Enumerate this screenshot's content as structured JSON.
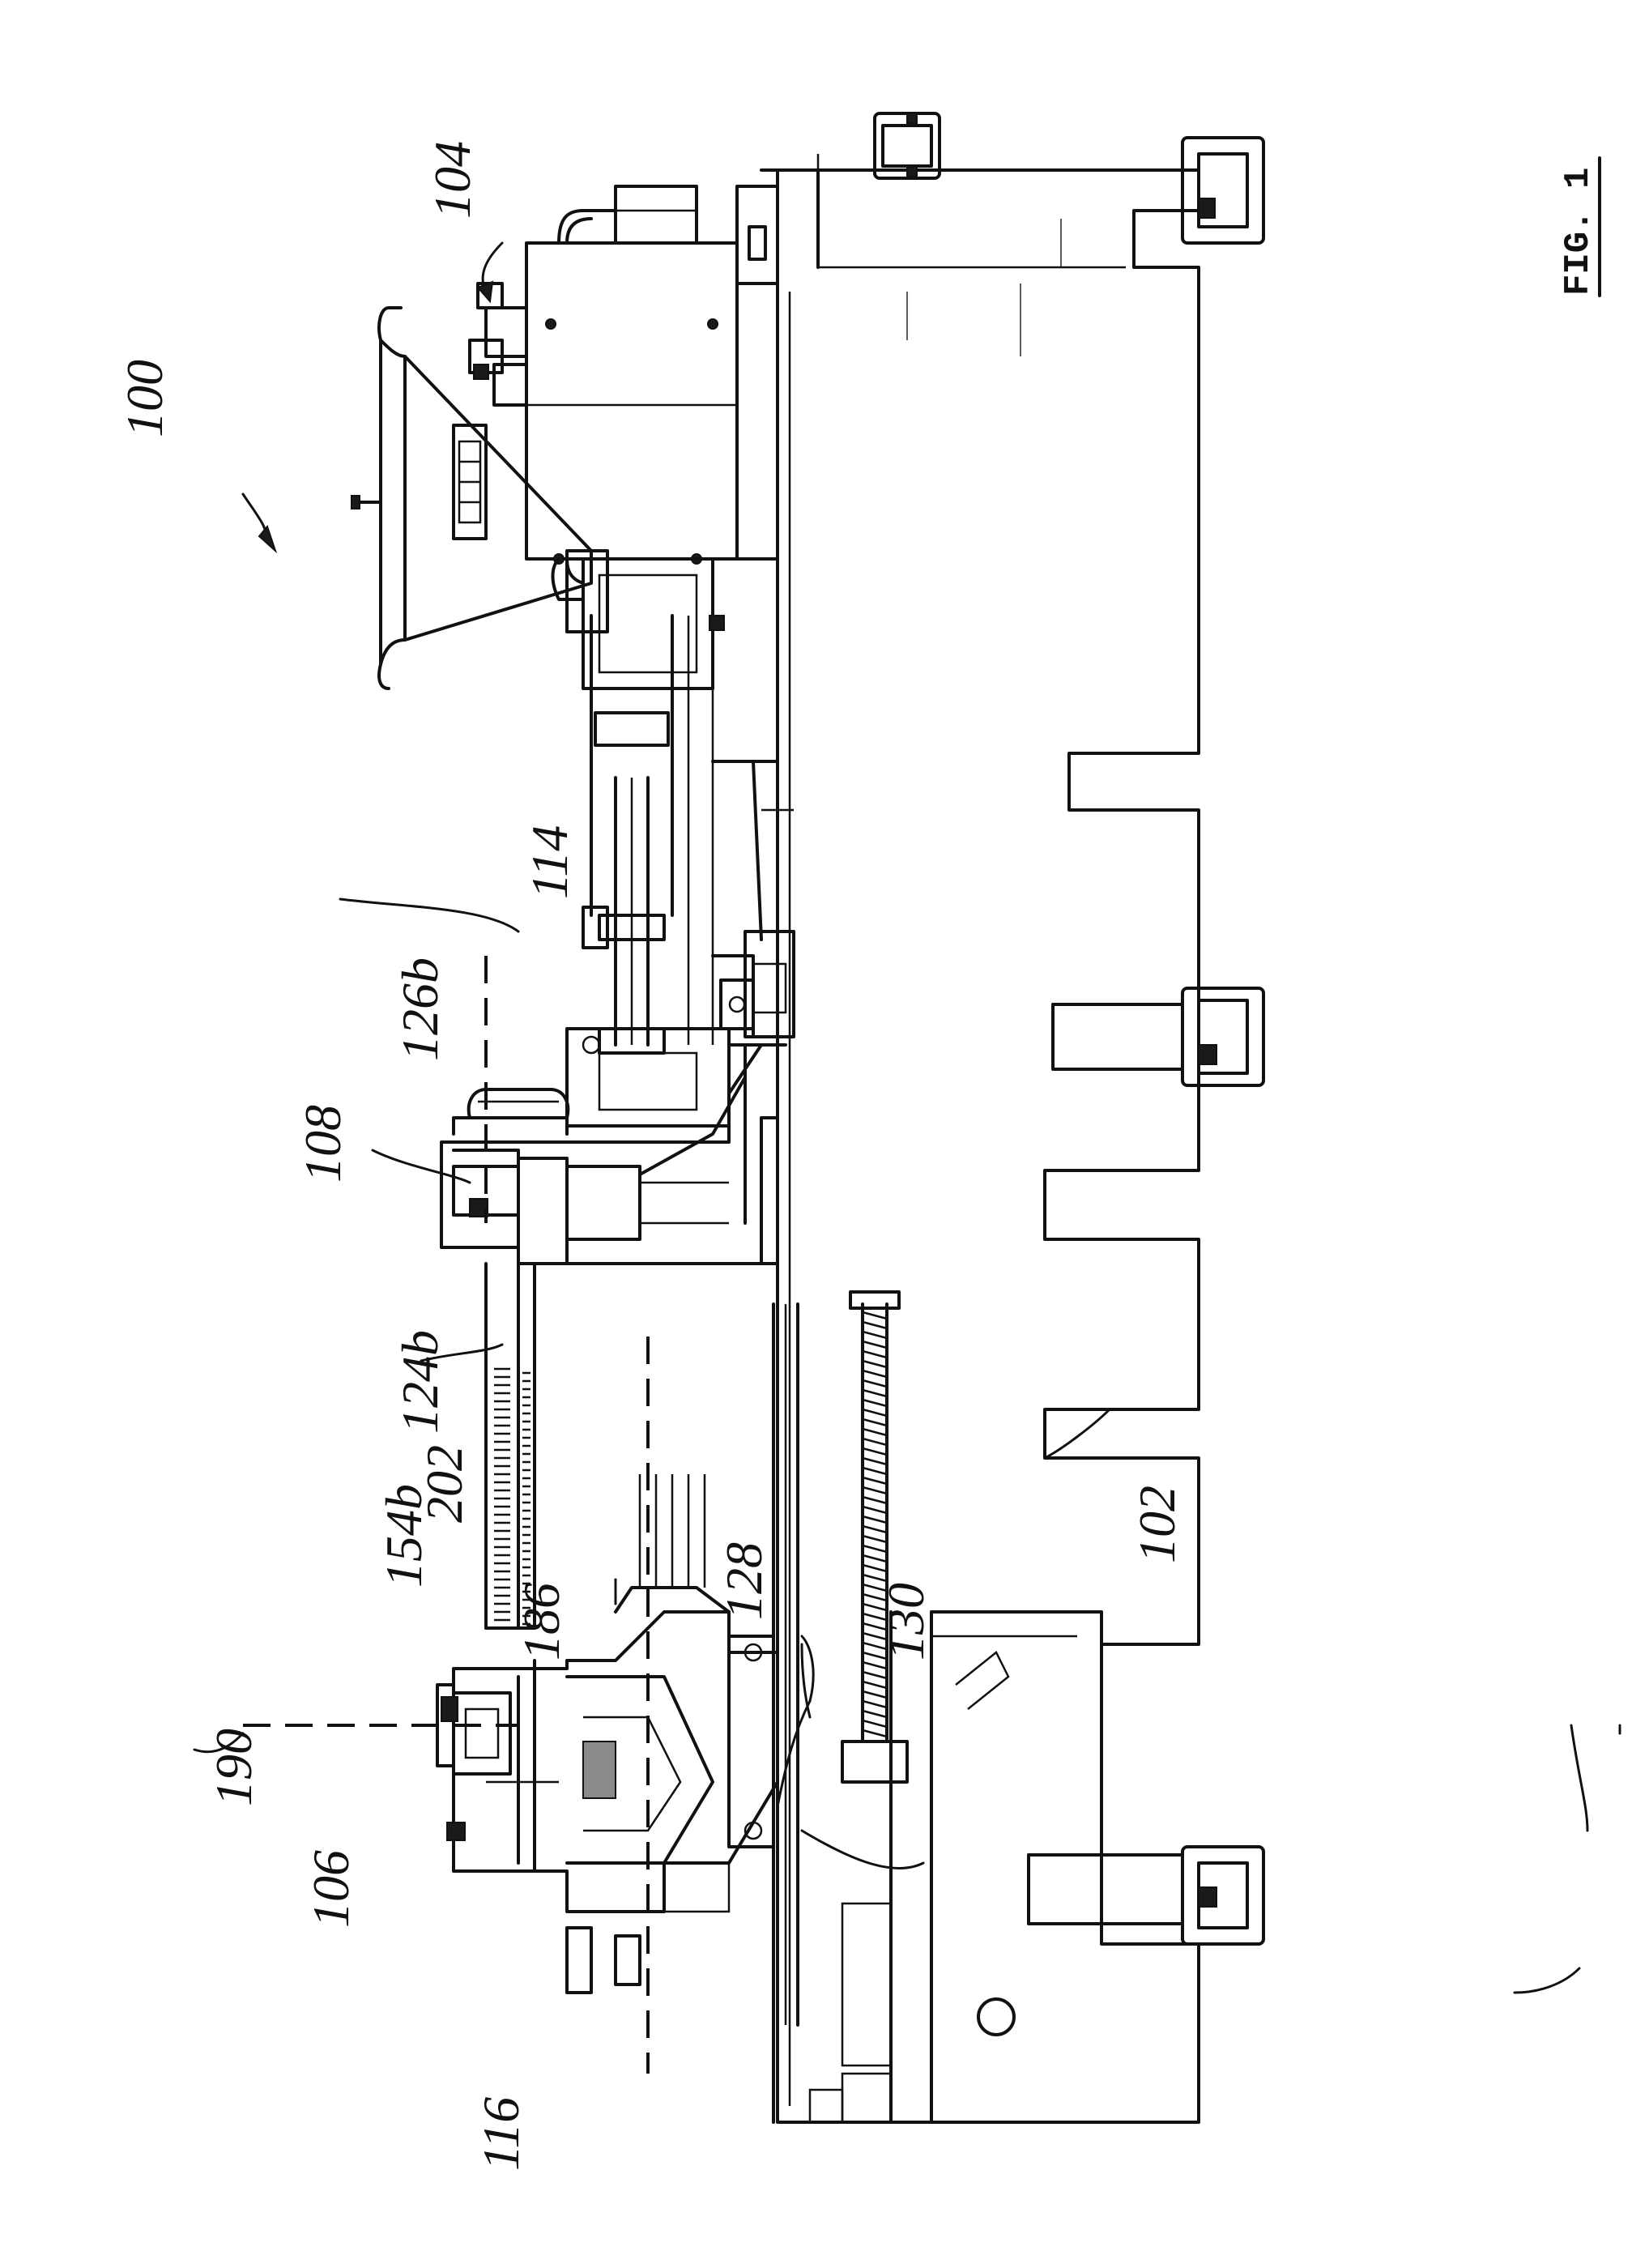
{
  "figure": {
    "label": "FIG. 1"
  },
  "reference_numerals": {
    "r100": "100",
    "r102": "102",
    "r104": "104",
    "r106": "106",
    "r108": "108",
    "r114": "114",
    "r116": "116",
    "r124b": "124b",
    "r126b": "126b",
    "r128": "128",
    "r130": "130",
    "r154b": "154b",
    "r186": "186",
    "r190": "190",
    "r202": "202"
  }
}
